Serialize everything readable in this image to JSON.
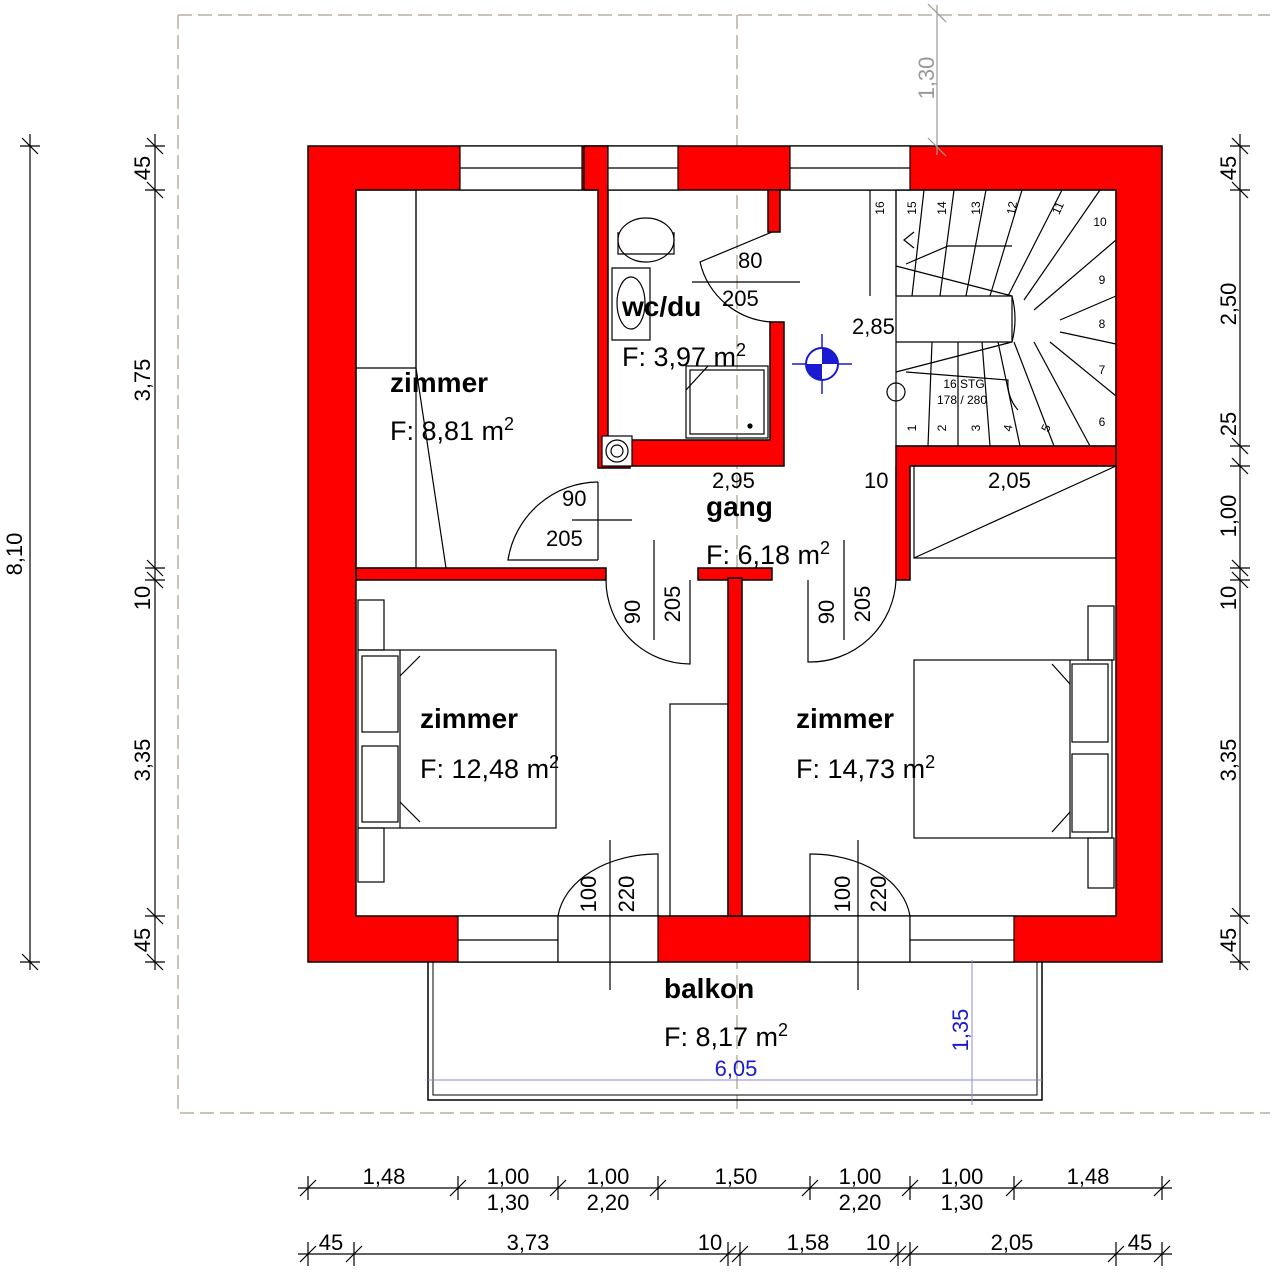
{
  "colors": {
    "wall": "#ff0000",
    "outline": "#000000",
    "dimension_blue": "#1a1ad0",
    "guide_grey": "#b8b0a0"
  },
  "rooms": [
    {
      "name": "zimmer",
      "area": "F: 8,81 m",
      "sup": "2"
    },
    {
      "name": "wc/du",
      "area": "F: 3,97 m",
      "sup": "2"
    },
    {
      "name": "gang",
      "area": "F: 6,18 m",
      "sup": "2"
    },
    {
      "name": "zimmer",
      "area": "F: 12,48 m",
      "sup": "2"
    },
    {
      "name": "zimmer",
      "area": "F: 14,73 m",
      "sup": "2"
    },
    {
      "name": "balkon",
      "area": "F: 8,17 m",
      "sup": "2"
    }
  ],
  "left_dims": {
    "total": "8,10",
    "segments": [
      "45",
      "3,75",
      "10",
      "3,35",
      "45"
    ]
  },
  "right_dims": [
    "45",
    "2,50",
    "25",
    "1,00",
    "10",
    "3,35",
    "45"
  ],
  "top_dim": "1,30",
  "bottom_row1": {
    "top": [
      "1,48",
      "1,00",
      "1,00",
      "1,50",
      "1,00",
      "1,00",
      "1,48"
    ],
    "bottom": [
      "1,30",
      "2,20",
      "2,20",
      "1,30"
    ]
  },
  "bottom_row2": [
    "45",
    "3,73",
    "10",
    "1,58",
    "10",
    "2,05",
    "45"
  ],
  "inner_dims": {
    "wc_door_width": "80",
    "wc_door_height": "205",
    "corridor_len": "2,95",
    "corridor_wall": "10",
    "store_len": "2,05",
    "stair_space": "2,85",
    "gang_door_width": "90",
    "gang_door_height": "205",
    "door1_width": "90",
    "door1_height": "205",
    "door2_width": "90",
    "door2_height": "205",
    "balcony_door_left_width": "100",
    "balcony_door_left_height": "220",
    "balcony_door_right_width": "100",
    "balcony_door_right_height": "220",
    "balcony_depth": "1,35",
    "balcony_width": "6,05"
  },
  "stairs": {
    "label": "16 STG",
    "ratio": "178 / 280",
    "steps": [
      "1",
      "2",
      "3",
      "4",
      "5",
      "6",
      "7",
      "8",
      "9",
      "10",
      "11",
      "12",
      "13",
      "14",
      "15",
      "16"
    ]
  }
}
